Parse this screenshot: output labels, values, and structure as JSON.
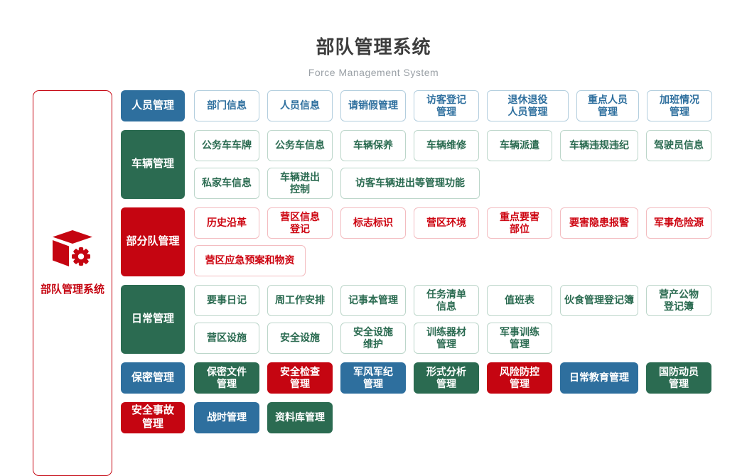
{
  "page": {
    "title": "部队管理系统",
    "subtitle": "Force Management System"
  },
  "sidebar": {
    "label": "部队管理系统",
    "icon": "cube-gear-icon"
  },
  "colors": {
    "blue": "#2e6f9e",
    "green": "#2b6b51",
    "red": "#c50511",
    "blue_border": "#b3cede",
    "green_border": "#bcd6ca",
    "red_border": "#f3bcc0",
    "title_text": "#3d3d3d",
    "subtitle_text": "#9aa0a6"
  },
  "groups": [
    {
      "header": {
        "label": "人员管理",
        "color": "blue"
      },
      "style": "outline",
      "rows": [
        {
          "items": [
            {
              "label": "部门信息"
            },
            {
              "label": "人员信息"
            },
            {
              "label": "请销假管理"
            },
            {
              "label": "访客登记\n管理"
            },
            {
              "label": "退休退役\n人员管理",
              "w": 115
            },
            {
              "label": "重点人员\n管理",
              "w": 88
            },
            {
              "label": "加班情况\n管理"
            }
          ]
        }
      ]
    },
    {
      "header": {
        "label": "车辆管理",
        "color": "green"
      },
      "style": "outline",
      "rows": [
        {
          "items": [
            {
              "label": "公务车车牌"
            },
            {
              "label": "公务车信息"
            },
            {
              "label": "车辆保养"
            },
            {
              "label": "车辆维修"
            },
            {
              "label": "车辆派遣"
            },
            {
              "label": "车辆违规违纪",
              "w": 110
            },
            {
              "label": "驾驶员信息"
            }
          ]
        },
        {
          "items": [
            {
              "label": "私家车信息"
            },
            {
              "label": "车辆进出\n控制"
            },
            {
              "label": "访客车辆进出等管理功能",
              "w": 196
            }
          ]
        }
      ]
    },
    {
      "header": {
        "label": "部分队管理",
        "color": "red"
      },
      "style": "outline",
      "rows": [
        {
          "items": [
            {
              "label": "历史沿革"
            },
            {
              "label": "营区信息\n登记"
            },
            {
              "label": "标志标识"
            },
            {
              "label": "营区环境"
            },
            {
              "label": "重点要害\n部位"
            },
            {
              "label": "要害隐患报警",
              "w": 110
            },
            {
              "label": "军事危险源"
            }
          ]
        },
        {
          "items": [
            {
              "label": "营区应急预案和物资",
              "w": 157
            }
          ]
        }
      ]
    },
    {
      "header": {
        "label": "日常管理",
        "color": "green"
      },
      "style": "outline",
      "rows": [
        {
          "items": [
            {
              "label": "要事日记"
            },
            {
              "label": "周工作安排"
            },
            {
              "label": "记事本管理"
            },
            {
              "label": "任务清单\n信息"
            },
            {
              "label": "值班表"
            },
            {
              "label": "伙食管理登记簿",
              "w": 110
            },
            {
              "label": "营产公物\n登记簿"
            }
          ]
        },
        {
          "items": [
            {
              "label": "营区设施"
            },
            {
              "label": "安全设施"
            },
            {
              "label": "安全设施\n维护"
            },
            {
              "label": "训练器材\n管理"
            },
            {
              "label": "军事训练\n管理"
            }
          ]
        }
      ]
    },
    {
      "header": {
        "label": "保密管理",
        "color": "blue"
      },
      "style": "solid",
      "rows": [
        {
          "items": [
            {
              "label": "保密文件\n管理",
              "color": "green"
            },
            {
              "label": "安全检查\n管理",
              "color": "red"
            },
            {
              "label": "军风军纪\n管理",
              "color": "blue"
            },
            {
              "label": "形式分析\n管理",
              "color": "green"
            },
            {
              "label": "风险防控\n管理",
              "color": "red"
            },
            {
              "label": "日常教育管理",
              "color": "blue",
              "w": 110
            },
            {
              "label": "国防动员\n管理",
              "color": "green"
            }
          ]
        }
      ]
    },
    {
      "header": {
        "label": "安全事故\n管理",
        "color": "red"
      },
      "style": "solid",
      "rows": [
        {
          "items": [
            {
              "label": "战时管理",
              "color": "blue"
            },
            {
              "label": "资料库管理",
              "color": "green"
            }
          ]
        }
      ]
    }
  ]
}
